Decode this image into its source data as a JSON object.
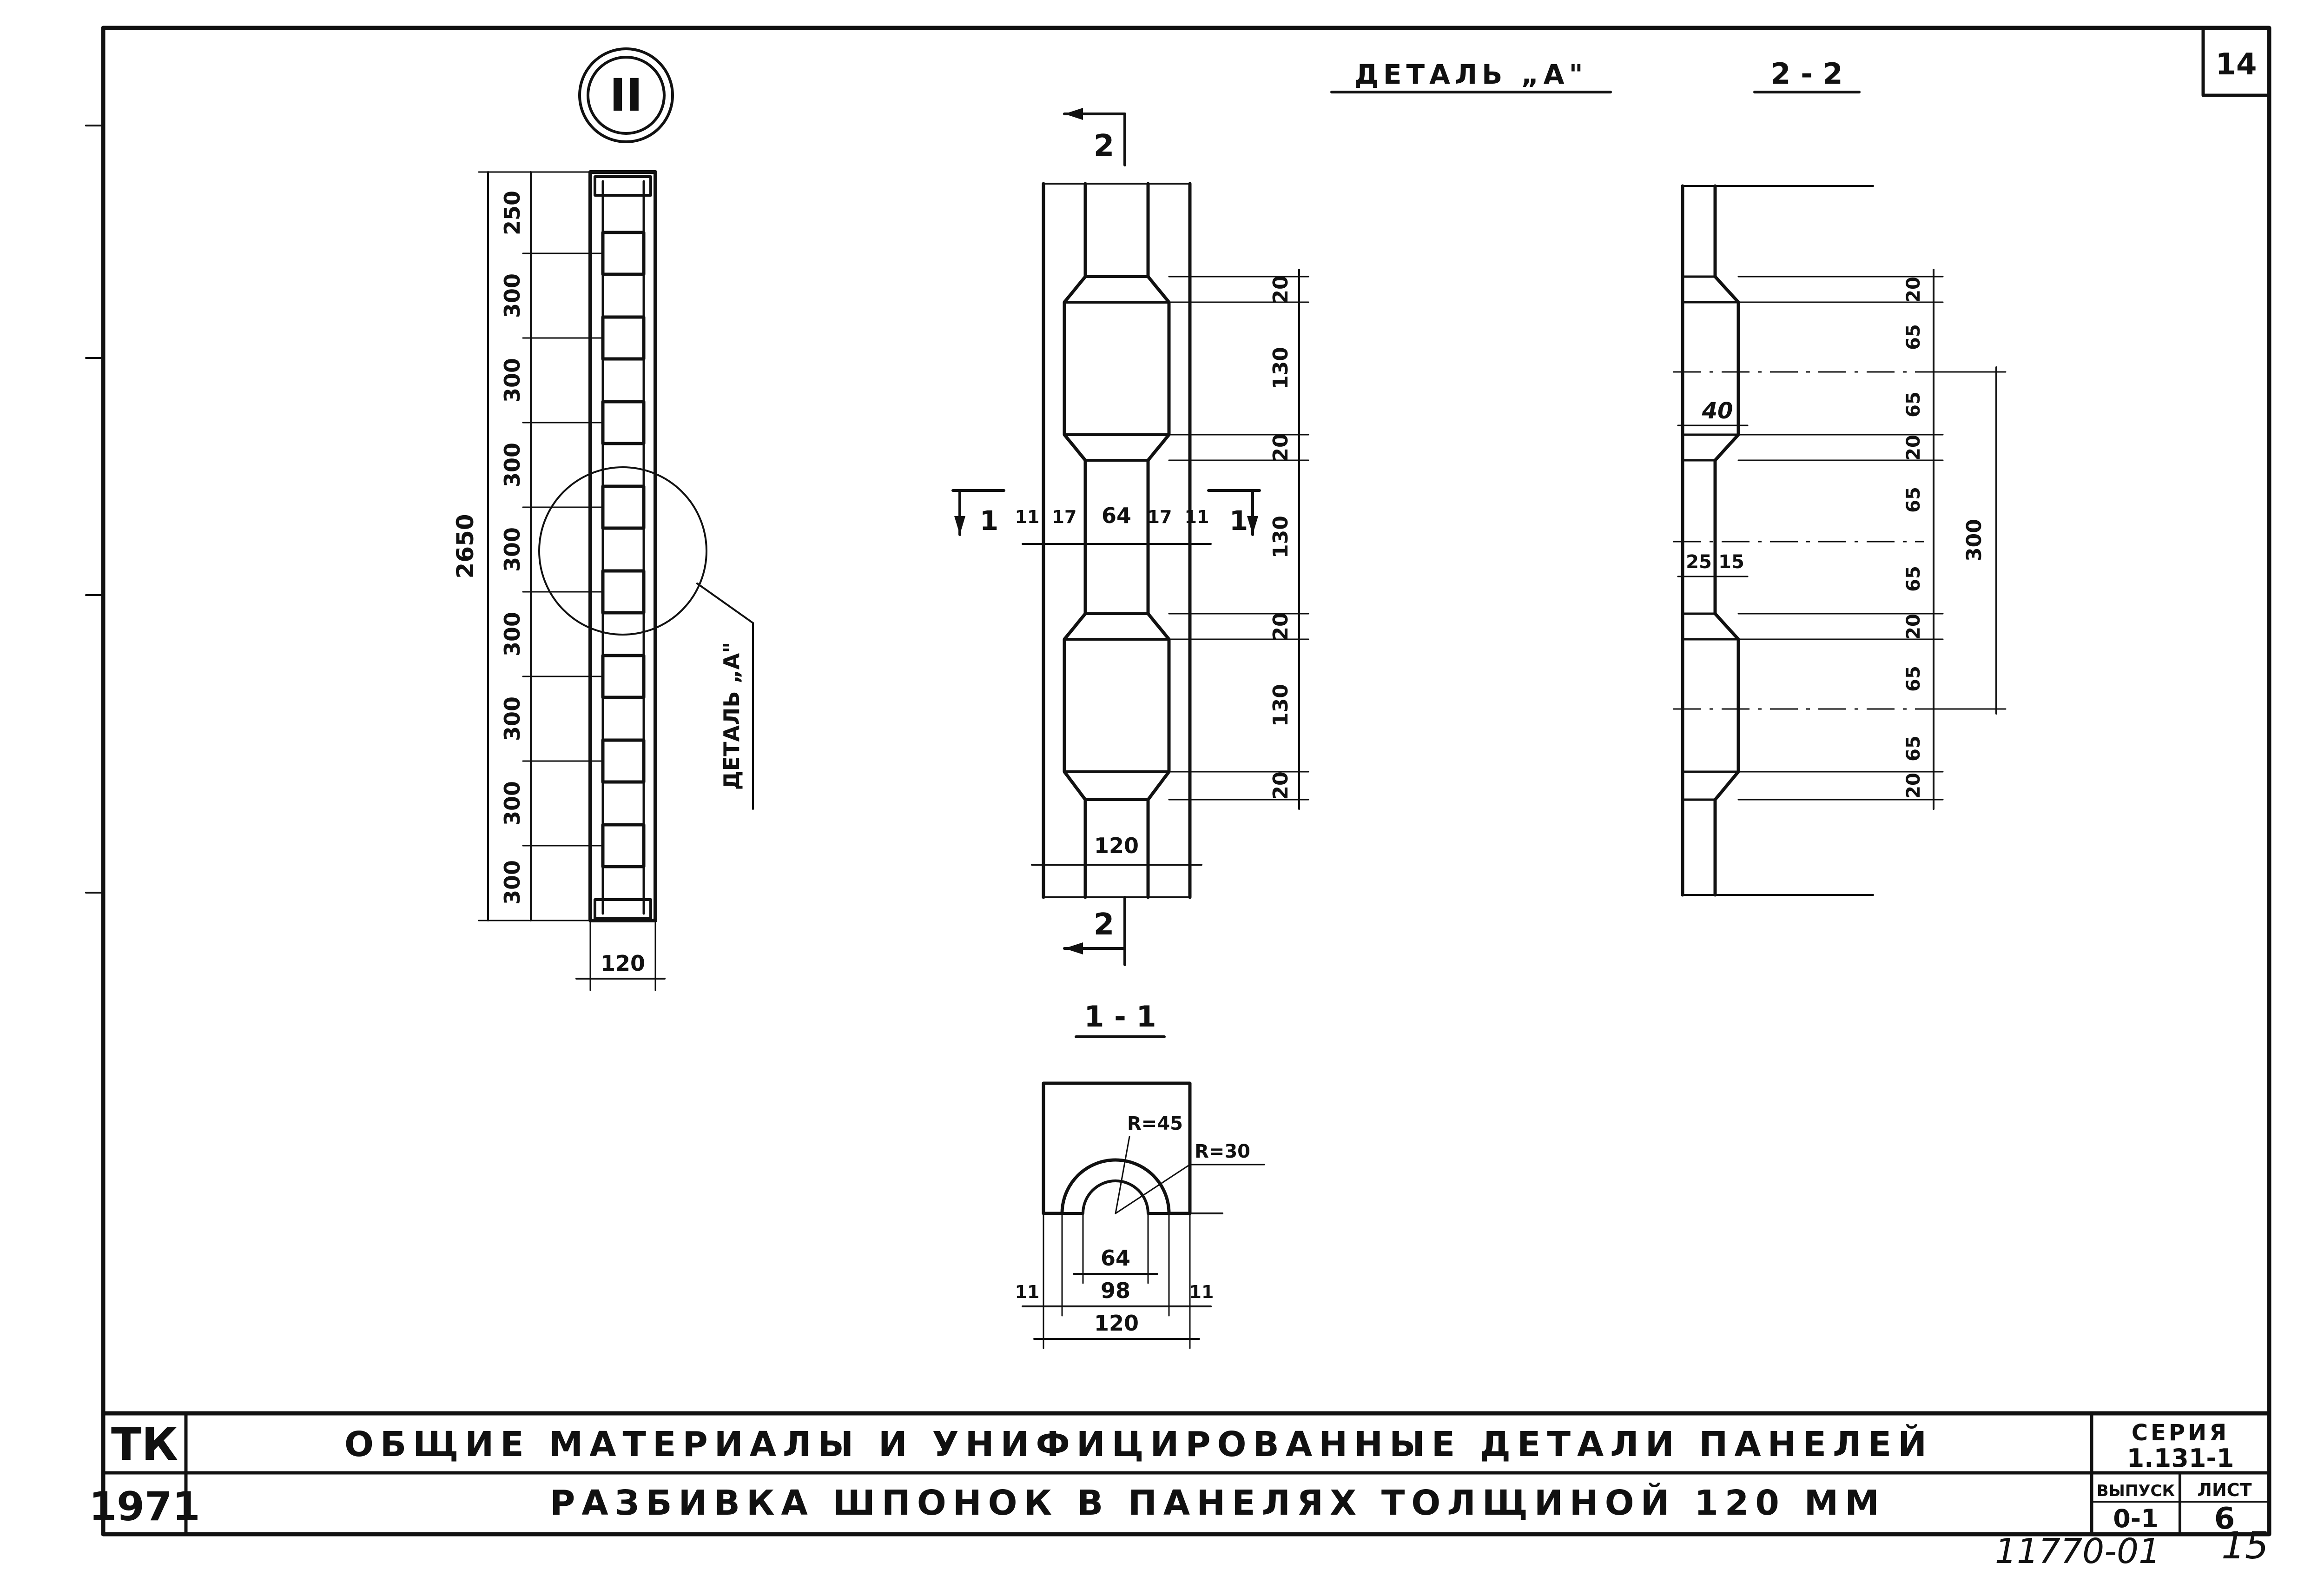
{
  "sheet": {
    "sheet_number": "14",
    "code": "11770-01",
    "page_mark": "15",
    "series_label": "СЕРИЯ",
    "series_value": "1.131-1",
    "issue_label": "ВЫПУСК",
    "issue_value": "0-1",
    "list_label": "ЛИСТ",
    "list_value": "6",
    "org_top": "ТК",
    "org_year": "1971",
    "title_line1": "ОБЩИЕ МАТЕРИАЛЫ И УНИФИЦИРОВАННЫЕ ДЕТАЛИ ПАНЕЛЕЙ",
    "title_line2": "РАЗБИВКА ШПОНОК В ПАНЕЛЯХ ТОЛЩИНОЙ 120 ММ"
  },
  "labels": {
    "type_mark": "II",
    "detail_a_title": "ДЕТАЛЬ „А\"",
    "detail_a_ref": "ДЕТАЛЬ „А\"",
    "section_22": "2 - 2",
    "section_11": "1 - 1",
    "cut_2": "2",
    "cut_1": "1",
    "radius_45": "R=45",
    "radius_30": "R=30"
  },
  "dims": {
    "panel_total": "2650",
    "panel_top": "250",
    "panel_step": "300",
    "panel_width": "120",
    "d_20": "20",
    "d_130": "130",
    "d_11": "11",
    "d_17": "17",
    "d_64": "64",
    "d_120": "120",
    "s_65": "65",
    "s_40": "40",
    "s_25": "25",
    "s_15": "15",
    "s_300": "300",
    "c_64": "64",
    "c_98": "98",
    "c_11": "11",
    "c_120": "120"
  }
}
